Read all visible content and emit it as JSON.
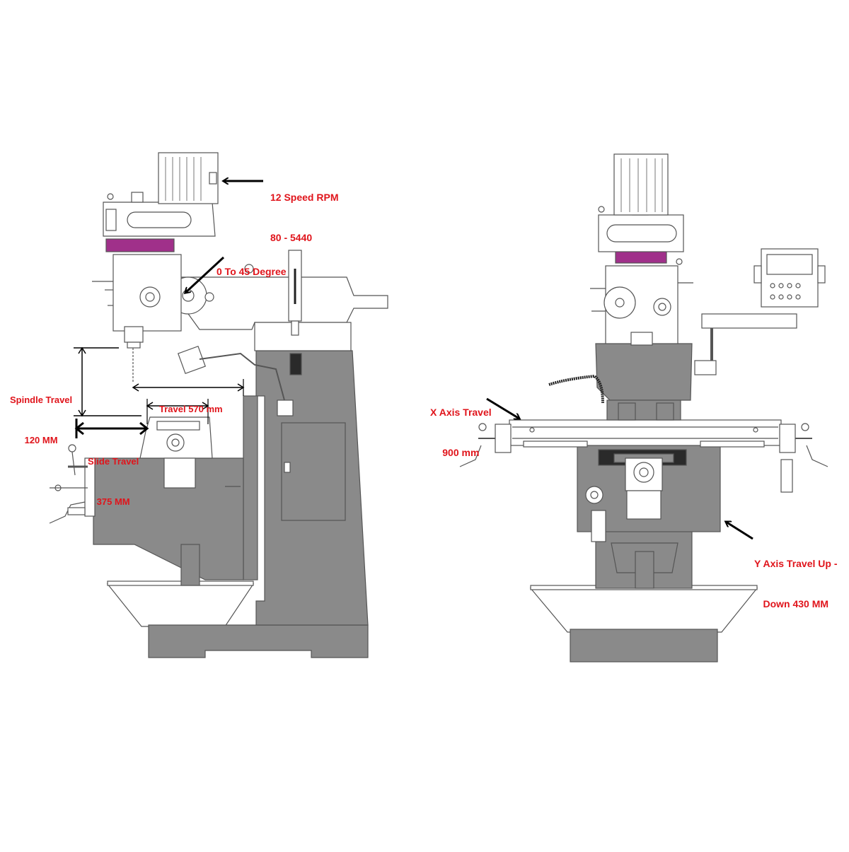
{
  "annotations": {
    "speed": [
      "12 Speed RPM",
      "80 - 5440"
    ],
    "tilt": [
      "0 To 45 Degree"
    ],
    "spindle": [
      "Spindle Travel",
      "120 MM"
    ],
    "travel": [
      "Travel 570 mm"
    ],
    "slide": [
      "Slide Travel",
      "375 MM"
    ],
    "x_axis": [
      "X Axis Travel",
      "900 mm"
    ],
    "y_axis": [
      "Y Axis Travel Up -",
      "Down 430 MM"
    ]
  },
  "colors": {
    "machine_body": "#8a8a8a",
    "machine_dark": "#2a2a2a",
    "accent_purple": "#a0308a",
    "label_red": "#e0141b",
    "outline": "#555555",
    "background": "#ffffff"
  }
}
